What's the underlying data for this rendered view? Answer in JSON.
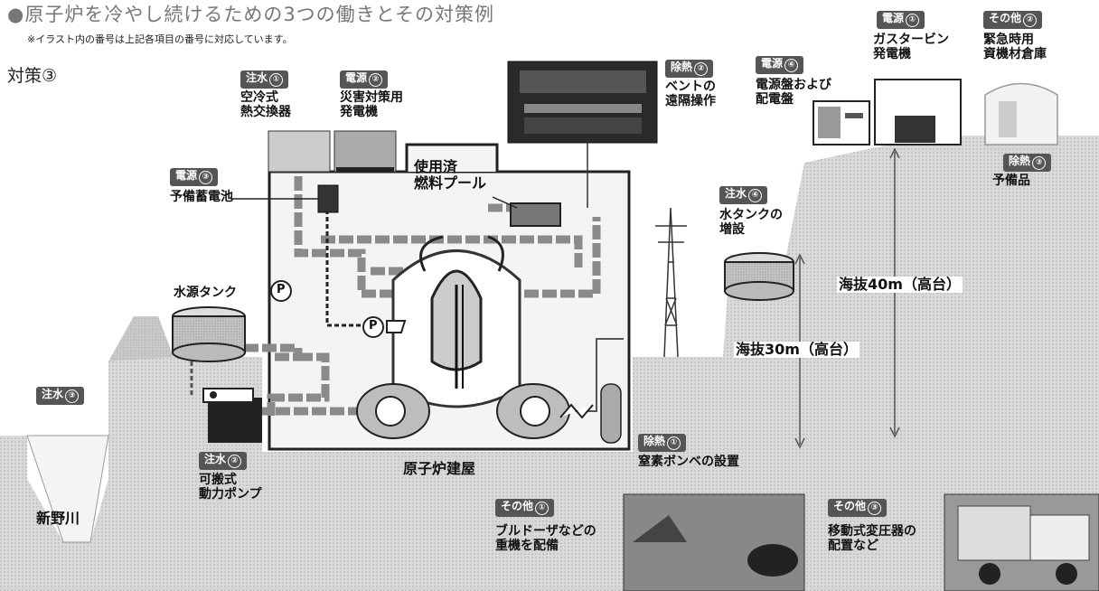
{
  "title": "●原子炉を冷やし続けるための3つの働きとその対策例",
  "note": "※イラスト内の番号は上記各項目の番号に対応しています。",
  "taisaku": "対策③",
  "items": {
    "chusui1": {
      "cat": "注水",
      "num": "①",
      "lines": [
        "空冷式",
        "熱交換器"
      ]
    },
    "dengen2": {
      "cat": "電源",
      "num": "②",
      "lines": [
        "災害対策用",
        "発電機"
      ]
    },
    "dengen3": {
      "cat": "電源",
      "num": "③",
      "lines": [
        "予備蓄電池"
      ]
    },
    "haisui2": {
      "cat": "除熱",
      "num": "②",
      "lines": [
        "ベントの",
        "遠隔操作"
      ]
    },
    "dengen4": {
      "cat": "電源",
      "num": "④",
      "lines": [
        "電源盤および",
        "配電盤"
      ]
    },
    "dengen1": {
      "cat": "電源",
      "num": "①",
      "lines": [
        "ガスタービン",
        "発電機"
      ]
    },
    "sonota2": {
      "cat": "その他",
      "num": "②",
      "lines": [
        "緊急時用",
        "資機材倉庫"
      ]
    },
    "haisui3": {
      "cat": "除熱",
      "num": "③",
      "lines": [
        "予備品"
      ]
    },
    "chusui4": {
      "cat": "注水",
      "num": "④",
      "lines": [
        "水タンクの",
        "増設"
      ]
    },
    "chusui3": {
      "cat": "注水",
      "num": "③",
      "lines": []
    },
    "chusui2": {
      "cat": "注水",
      "num": "②",
      "lines": [
        "可搬式",
        "動力ポンプ"
      ]
    },
    "haisui1": {
      "cat": "除熱",
      "num": "①",
      "lines": [
        "窒素ボンベの設置"
      ]
    },
    "sonota1": {
      "cat": "その他",
      "num": "①",
      "lines": [
        "ブルドーザなどの",
        "重機を配備"
      ]
    },
    "sonota3": {
      "cat": "その他",
      "num": "③",
      "lines": [
        "移動式変圧器の",
        "配置など"
      ]
    }
  },
  "labels": {
    "pool": [
      "使用済",
      "燃料プール"
    ],
    "water_tank": "水源タンク",
    "reactor_building": "原子炉建屋",
    "river": "新野川",
    "alt40": "海抜40m（高台）",
    "alt30": "海抜30m（高台）",
    "pump_mark": "P"
  }
}
